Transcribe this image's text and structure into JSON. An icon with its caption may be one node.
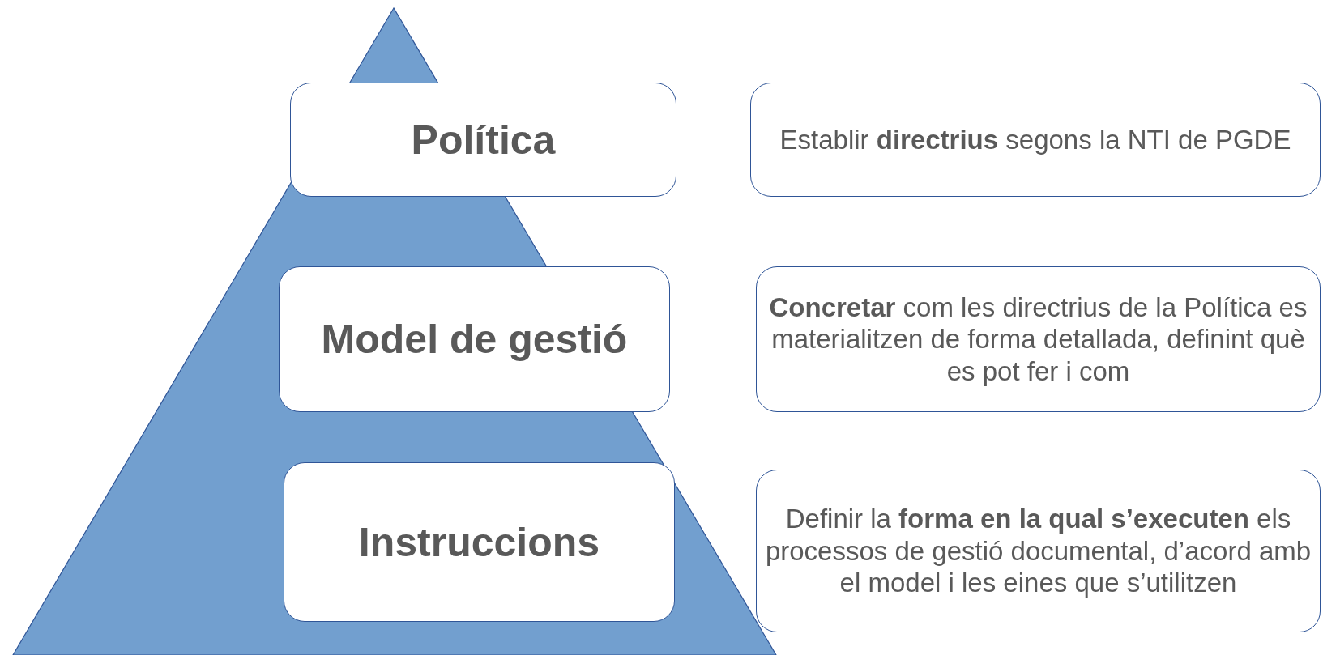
{
  "diagram": {
    "nodes": [
      {
        "text": [
          "Política"
        ]
      },
      {
        "text": [
          "Establir **directrius** segons la NTI de PGDE"
        ]
      },
      {
        "text": [
          "Model de gestió"
        ]
      },
      {
        "text": [
          "**Concretar** com les directrius de la Política es materialitzen de forma detallada, definint què es pot fer i com"
        ]
      },
      {
        "text": [
          "Instruccions"
        ]
      },
      {
        "text": [
          "Definir la **forma en la qual s’executen** els processos de gestió documental, d’acord amb el model i les eines que s’utilitzen"
        ]
      }
    ],
    "edges": []
  }
}
